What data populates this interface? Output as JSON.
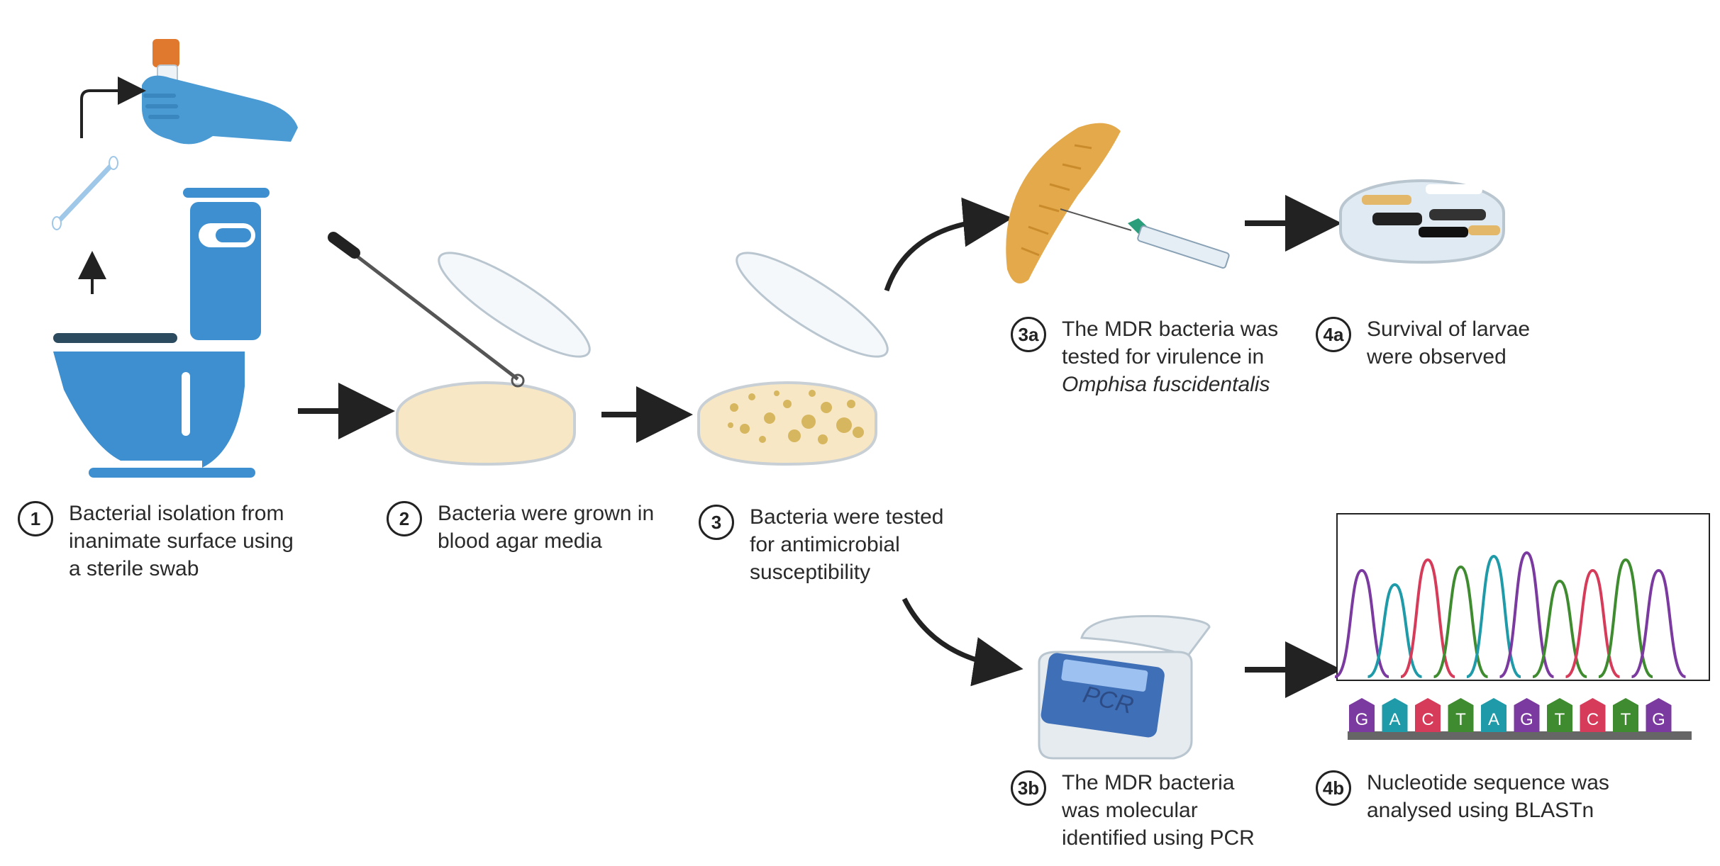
{
  "steps": {
    "s1": {
      "num": "1",
      "text": "Bacterial isolation from\ninanimate surface using\na sterile swab"
    },
    "s2": {
      "num": "2",
      "text": "Bacteria were grown in\nblood agar media"
    },
    "s3": {
      "num": "3",
      "text": "Bacteria were tested\nfor antimicrobial\nsusceptibility"
    },
    "s3a": {
      "num": "3a",
      "text": "The MDR bacteria was\ntested for virulence in",
      "italic": "Omphisa fuscidentalis"
    },
    "s4a": {
      "num": "4a",
      "text": "Survival of larvae\nwere observed"
    },
    "s3b": {
      "num": "3b",
      "text": "The MDR bacteria\nwas molecular\nidentified using PCR"
    },
    "s4b": {
      "num": "4b",
      "text": "Nucleotide sequence was\nanalysed using BLASTn"
    }
  },
  "pcr_label": "PCR",
  "sequence": [
    "G",
    "A",
    "C",
    "T",
    "A",
    "G",
    "T",
    "C",
    "T",
    "G"
  ],
  "colors": {
    "blue": "#3d8fcf",
    "dark": "#2c4b5e",
    "agar": "#f7e7c4",
    "colony": "#d6b65e",
    "larva": "#e3a94a",
    "G": "#7b3aa0",
    "A": "#1f9aa8",
    "C": "#d63c5a",
    "T": "#3f8b2f"
  }
}
